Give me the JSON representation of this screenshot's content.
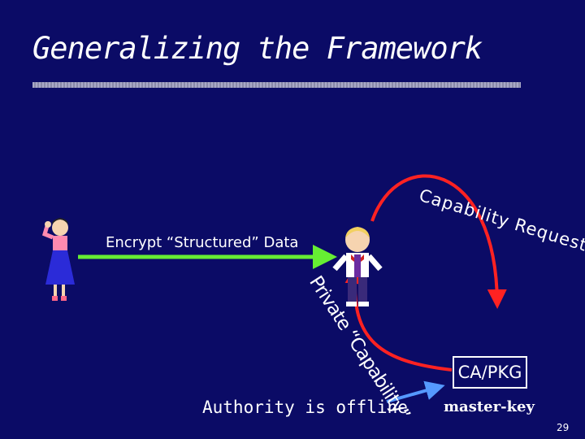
{
  "slide": {
    "title": "Generalizing the Framework",
    "slide_number": "29"
  },
  "labels": {
    "encrypt": "Encrypt “Structured” Data",
    "capability_request": "Capability Request",
    "private_capability": "Private “Capability”",
    "authority_offline": "Authority is offline",
    "ca_pkg": "CA/PKG",
    "master_key": "master-key"
  },
  "colors": {
    "background": "#0b0b66",
    "green_arrow": "#66ee33",
    "red_arrow": "#ff2222",
    "blue_arrow": "#5599ff",
    "text": "#ffffff"
  },
  "icons": [
    "sender-woman-figure",
    "receiver-man-figure"
  ]
}
